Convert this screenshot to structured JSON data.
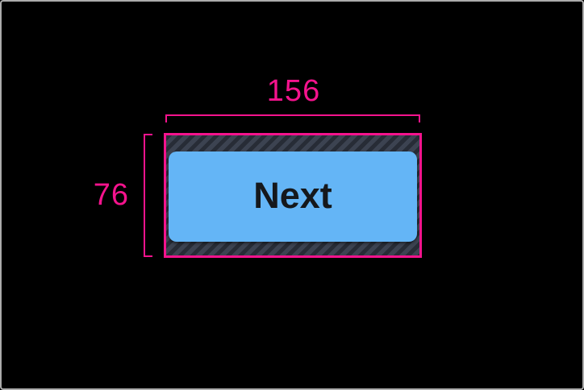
{
  "colors": {
    "canvas-bg": "#000000",
    "frame-border": "#ababab",
    "accent": "#f5138d",
    "padding-base": "#3c4351",
    "padding-stripe": "#272c36",
    "button-bg": "#64b5f6",
    "button-text": "#15181c"
  },
  "inspector_overlay": {
    "width_value": "156",
    "height_value": "76",
    "accent_color": "#f5138d",
    "padding_base_color": "#3c4351",
    "padding_stripe_color": "#272c36"
  },
  "button": {
    "label": "Next",
    "background_color": "#64b5f6",
    "label_color": "#15181c"
  }
}
